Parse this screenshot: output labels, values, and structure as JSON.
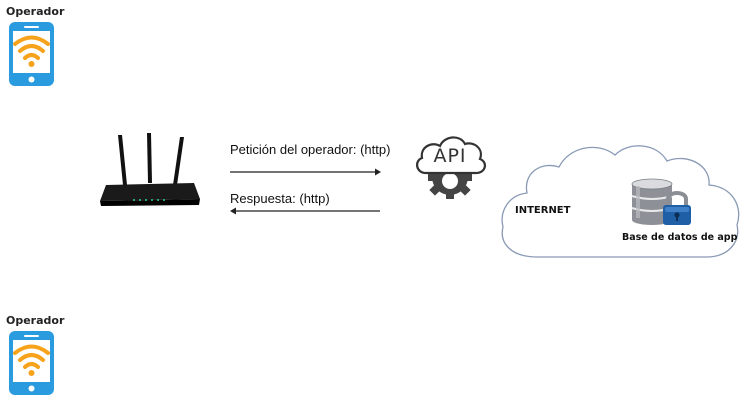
{
  "operators": [
    {
      "label": "Operador",
      "icon": "phone-wifi-icon"
    },
    {
      "label": "Operador",
      "icon": "phone-wifi-icon"
    }
  ],
  "router": {
    "icon": "router-icon"
  },
  "arrows": {
    "request_label": "Petición del operador: (http)",
    "response_label": "Respuesta: (http)"
  },
  "api": {
    "label": "API",
    "icon": "api-cloud-gear-icon"
  },
  "cloud": {
    "title": "INTERNET",
    "db_label": "Base de datos de app",
    "db_icon": "locked-database-icon"
  },
  "colors": {
    "phone_blue": "#2b9be0",
    "wifi_orange": "#f7a21b",
    "line": "#222222",
    "cloud_stroke": "#8a9ab5"
  }
}
